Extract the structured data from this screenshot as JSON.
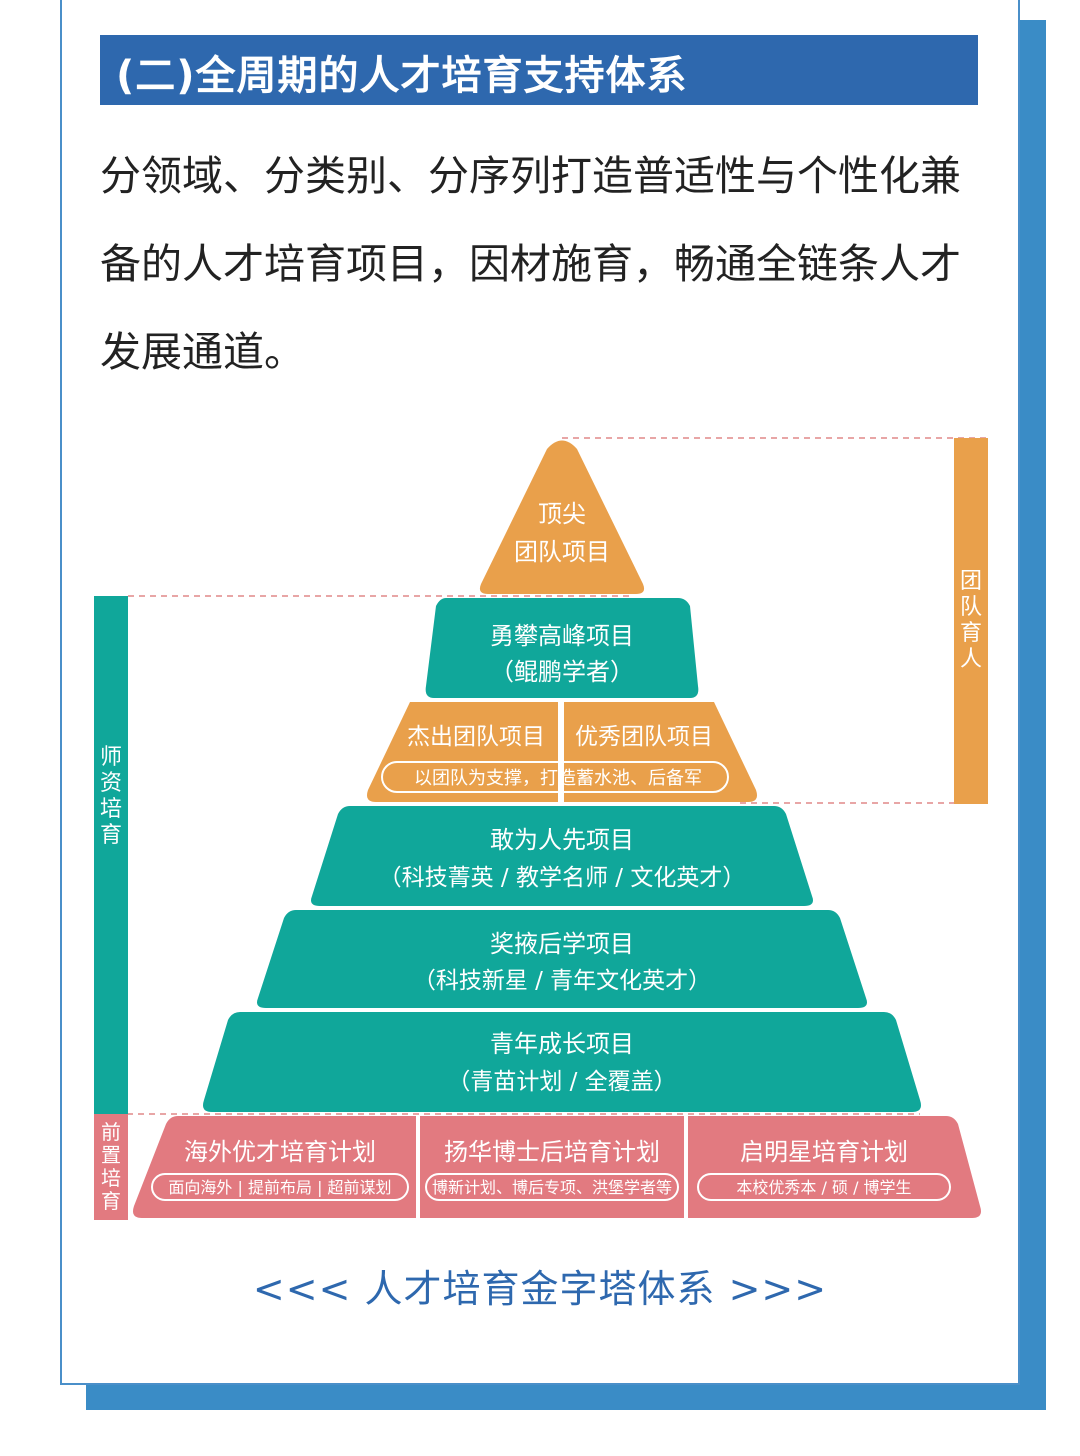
{
  "section_title": "(二)全周期的人才培育支持体系",
  "intro_lines": [
    "分领域、分类别、分序列打造普适性与个性化兼",
    "备的人才培育项目，因材施育，畅通全链条人才",
    "发展通道。"
  ],
  "pyramid": {
    "top": {
      "line1": "顶尖",
      "line2": "团队项目"
    },
    "peak": {
      "line1": "勇攀高峰项目",
      "line2": "（鲲鹏学者）"
    },
    "team_left": "杰出团队项目",
    "team_right": "优秀团队项目",
    "team_sub": "以团队为支撑，打造蓄水池、后备军",
    "pioneer": {
      "line1": "敢为人先项目",
      "line2": "（科技菁英 / 教学名师 / 文化英才）"
    },
    "reward": {
      "line1": "奖掖后学项目",
      "line2": "（科技新星 / 青年文化英才）"
    },
    "youth": {
      "line1": "青年成长项目",
      "line2": "（青苗计划 / 全覆盖）"
    },
    "base": [
      {
        "title": "海外优才培育计划",
        "sub": "面向海外 | 提前布局 | 超前谋划"
      },
      {
        "title": "扬华博士后培育计划",
        "sub": "博新计划、博后专项、洪堡学者等"
      },
      {
        "title": "启明星培育计划",
        "sub": "本校优秀本 / 硕 / 博学生"
      }
    ]
  },
  "side_labels": {
    "team": "团队育人",
    "faculty": "师资培育",
    "pre": "前置培育"
  },
  "caption": "<<< 人才培育金字塔体系 >>>",
  "colors": {
    "title_bar": "#2e68ae",
    "orange": "#e9a04b",
    "teal": "#10a79a",
    "pink": "#e27a80",
    "caption": "#2e68ae"
  }
}
